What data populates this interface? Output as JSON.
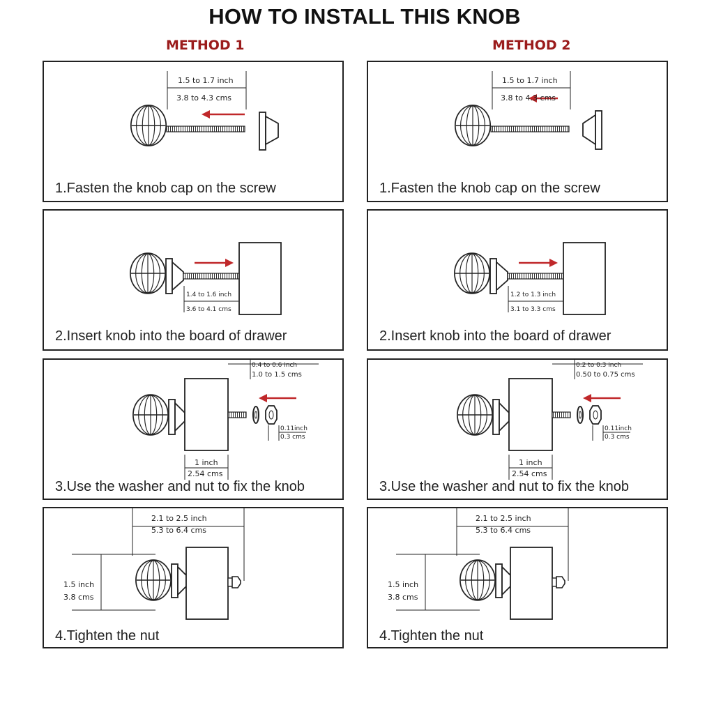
{
  "title": "HOW TO INSTALL THIS KNOB",
  "methods": [
    {
      "label": "METHOD 1",
      "steps": [
        {
          "caption": "1.Fasten the knob cap on the screw",
          "m1": "1.5 to 1.7 inch",
          "m2": "3.8 to 4.3 cms"
        },
        {
          "caption": "2.Insert knob into the board of drawer",
          "m1": "1.4 to 1.6 inch",
          "m2": "3.6 to 4.1 cms"
        },
        {
          "caption": "3.Use the washer and nut to fix the knob",
          "m1": "0.4 to 0.6 inch",
          "m2": "1.0 to 1.5 cms",
          "m3": "0.11inch",
          "m4": "0.3 cms",
          "m5": "1 inch",
          "m6": "2.54 cms"
        },
        {
          "caption": "4.Tighten the nut",
          "m1": "2.1 to 2.5 inch",
          "m2": "5.3 to 6.4 cms",
          "m3": "1.5 inch",
          "m4": "3.8 cms"
        }
      ]
    },
    {
      "label": "METHOD 2",
      "steps": [
        {
          "caption": "1.Fasten the knob cap on the screw",
          "m1": "1.5 to 1.7 inch",
          "m2": "3.8 to 4.3 cms"
        },
        {
          "caption": "2.Insert knob into the board of drawer",
          "m1": "1.2 to 1.3 inch",
          "m2": "3.1 to 3.3 cms"
        },
        {
          "caption": "3.Use the washer and nut to fix the knob",
          "m1": "0.2 to 0.3 inch",
          "m2": "0.50 to 0.75 cms",
          "m3": "0.11inch",
          "m4": "0.3 cms",
          "m5": "1 inch",
          "m6": "2.54 cms"
        },
        {
          "caption": "4.Tighten the nut",
          "m1": "2.1 to 2.5 inch",
          "m2": "5.3 to 6.4 cms",
          "m3": "1.5 inch",
          "m4": "3.8 cms"
        }
      ]
    }
  ],
  "colors": {
    "arrow": "#c0282a",
    "method_label": "#9b1c1c",
    "line": "#222222"
  }
}
